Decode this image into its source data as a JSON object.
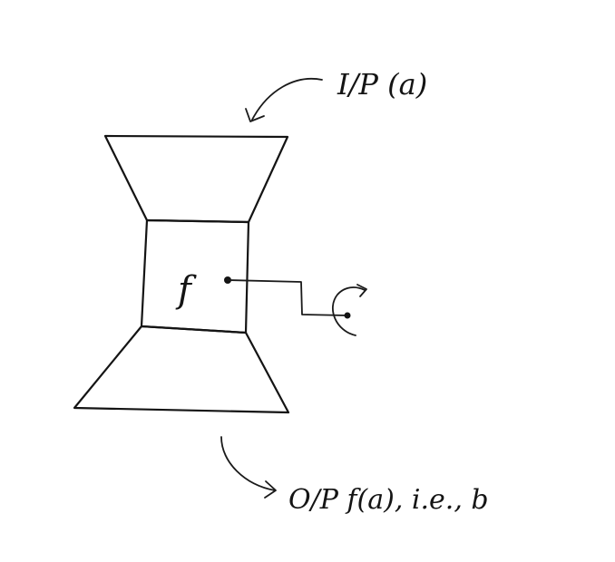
{
  "diagram": {
    "input_label": "I/P (a)",
    "function_label": "f",
    "output_label": "O/P  f(a), i.e., b"
  }
}
